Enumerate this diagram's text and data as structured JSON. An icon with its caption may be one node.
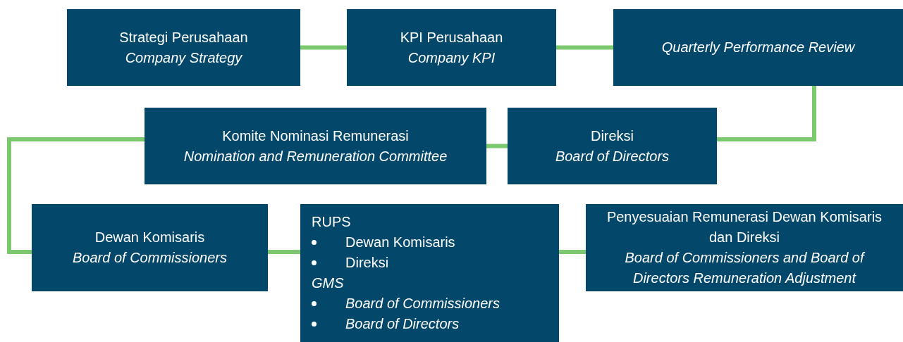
{
  "diagram": {
    "nodes": [
      {
        "text": [
          "Strategi Perusahaan",
          "Company Strategy"
        ]
      },
      {
        "text": [
          "KPI Perusahaan",
          "Company KPI"
        ]
      },
      {
        "text": [
          "Quarterly Performance Review"
        ]
      },
      {
        "text": [
          "Komite Nominasi Remunerasi",
          "Nomination and Remuneration Committee"
        ]
      },
      {
        "text": [
          "Direksi",
          "Board of Directors"
        ]
      },
      {
        "text": [
          "Dewan Komisaris",
          "Board of Commissioners"
        ]
      },
      {
        "text": [
          "RUPS",
          "Dewan Komisaris",
          "Direksi",
          "GMS",
          "Board of Commissioners",
          "Board of Directors"
        ]
      },
      {
        "text": [
          "Penyesuaian Remunerasi Dewan Komisaris dan Direksi",
          "Board of Commissioners and Board of Directors Remuneration Adjustment"
        ]
      }
    ],
    "edges": [
      {
        "from": 0,
        "to": 1,
        "arrow": "none"
      },
      {
        "from": 1,
        "to": 2,
        "arrow": "none"
      },
      {
        "from": 2,
        "to": 4,
        "arrow": "none"
      },
      {
        "from": 4,
        "to": 3,
        "arrow": "none"
      },
      {
        "from": 3,
        "to": 5,
        "arrow": "none"
      },
      {
        "from": 5,
        "to": 6,
        "arrow": "none"
      },
      {
        "from": 6,
        "to": 7,
        "arrow": "none"
      }
    ]
  }
}
